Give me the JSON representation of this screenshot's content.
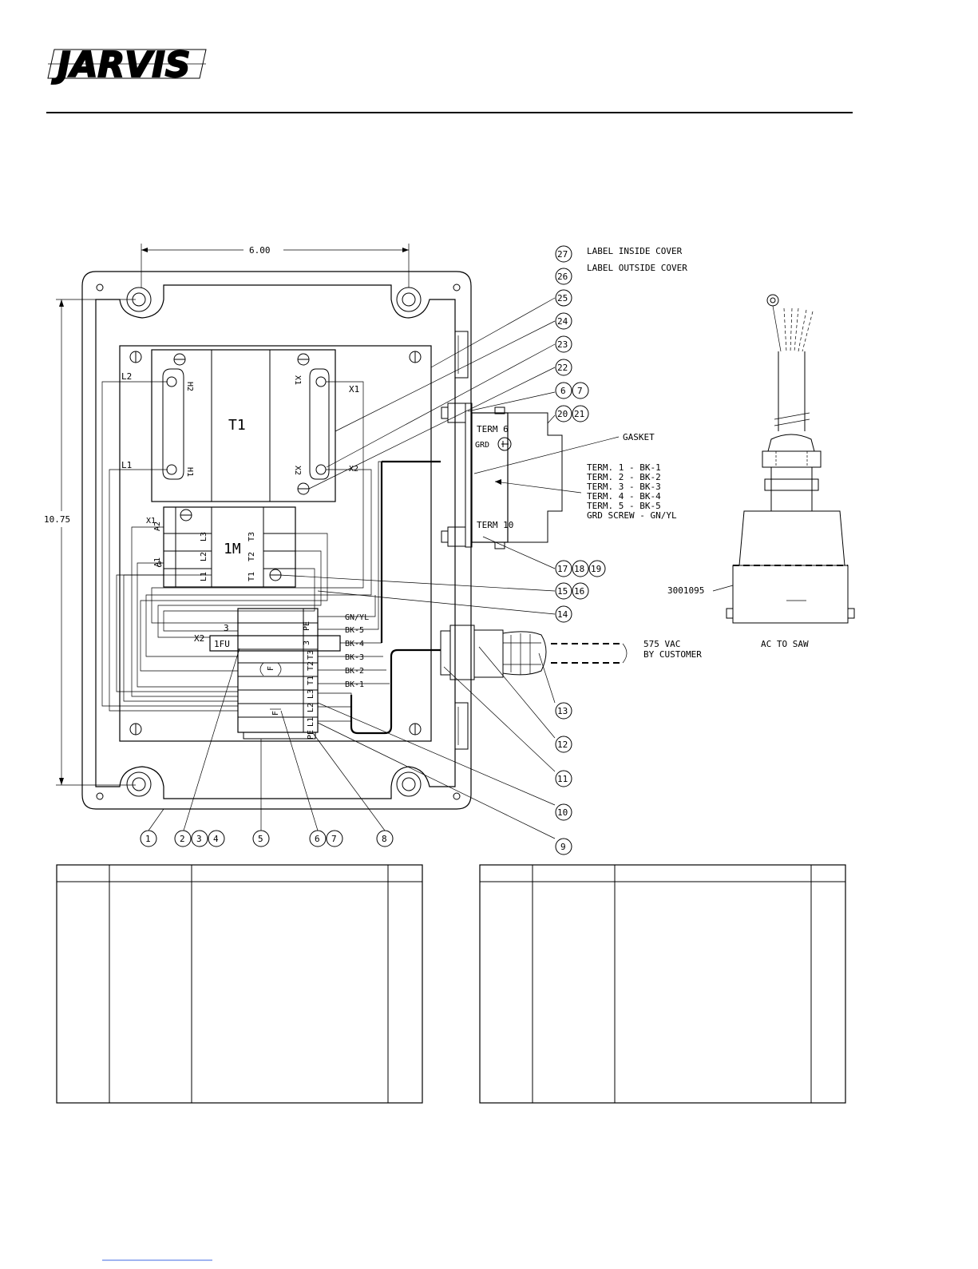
{
  "brand": {
    "name": "JARVIS"
  },
  "dimensions": {
    "width": "6.00",
    "height": "10.75"
  },
  "labels": {
    "label_inside_cover": "LABEL INSIDE COVER",
    "label_outside_cover": "LABEL OUTSIDE COVER",
    "gasket": "GASKET",
    "term6": "TERM 6",
    "term10": "TERM 10",
    "grd": "GRD",
    "t1": "T1",
    "im": "1M",
    "ifu": "1FU",
    "x1": "X1",
    "x2": "X2",
    "h1": "H1",
    "h2": "H2",
    "l1": "L1",
    "l2": "L2",
    "l3": "L3",
    "t1p": "T1",
    "t2p": "T2",
    "t3p": "T3",
    "a1": "A1",
    "a2": "A2",
    "pe": "PE",
    "three": "3",
    "customer_line1": "575 VAC",
    "customer_line2": "BY CUSTOMER",
    "part_no": "3001095",
    "ac_to_saw": "AC TO SAW"
  },
  "terminal_list": [
    "TERM. 1 -  BK-1",
    "TERM. 2 -  BK-2",
    "TERM. 3 -  BK-3",
    "TERM. 4 -  BK-4",
    "TERM. 5 -  BK-5",
    "GRD SCREW - GN/YL"
  ],
  "wire_labels": [
    "GN/YL",
    "BK-5",
    "BK-4",
    "BK-3",
    "BK-2",
    "BK-1"
  ],
  "callouts": {
    "c1": "1",
    "c2": "2",
    "c3": "3",
    "c4": "4",
    "c5": "5",
    "c6a": "6",
    "c7a": "7",
    "c8": "8",
    "c9": "9",
    "c10": "10",
    "c11": "11",
    "c12": "12",
    "c13": "13",
    "c14": "14",
    "c15": "15",
    "c16": "16",
    "c17": "17",
    "c18": "18",
    "c19": "19",
    "c20": "20",
    "c21": "21",
    "c22": "22",
    "c6b": "6",
    "c7b": "7",
    "c23": "23",
    "c24": "24",
    "c25": "25",
    "c26": "26",
    "c27": "27"
  },
  "parts_tables": {
    "rows_visible": 0
  }
}
